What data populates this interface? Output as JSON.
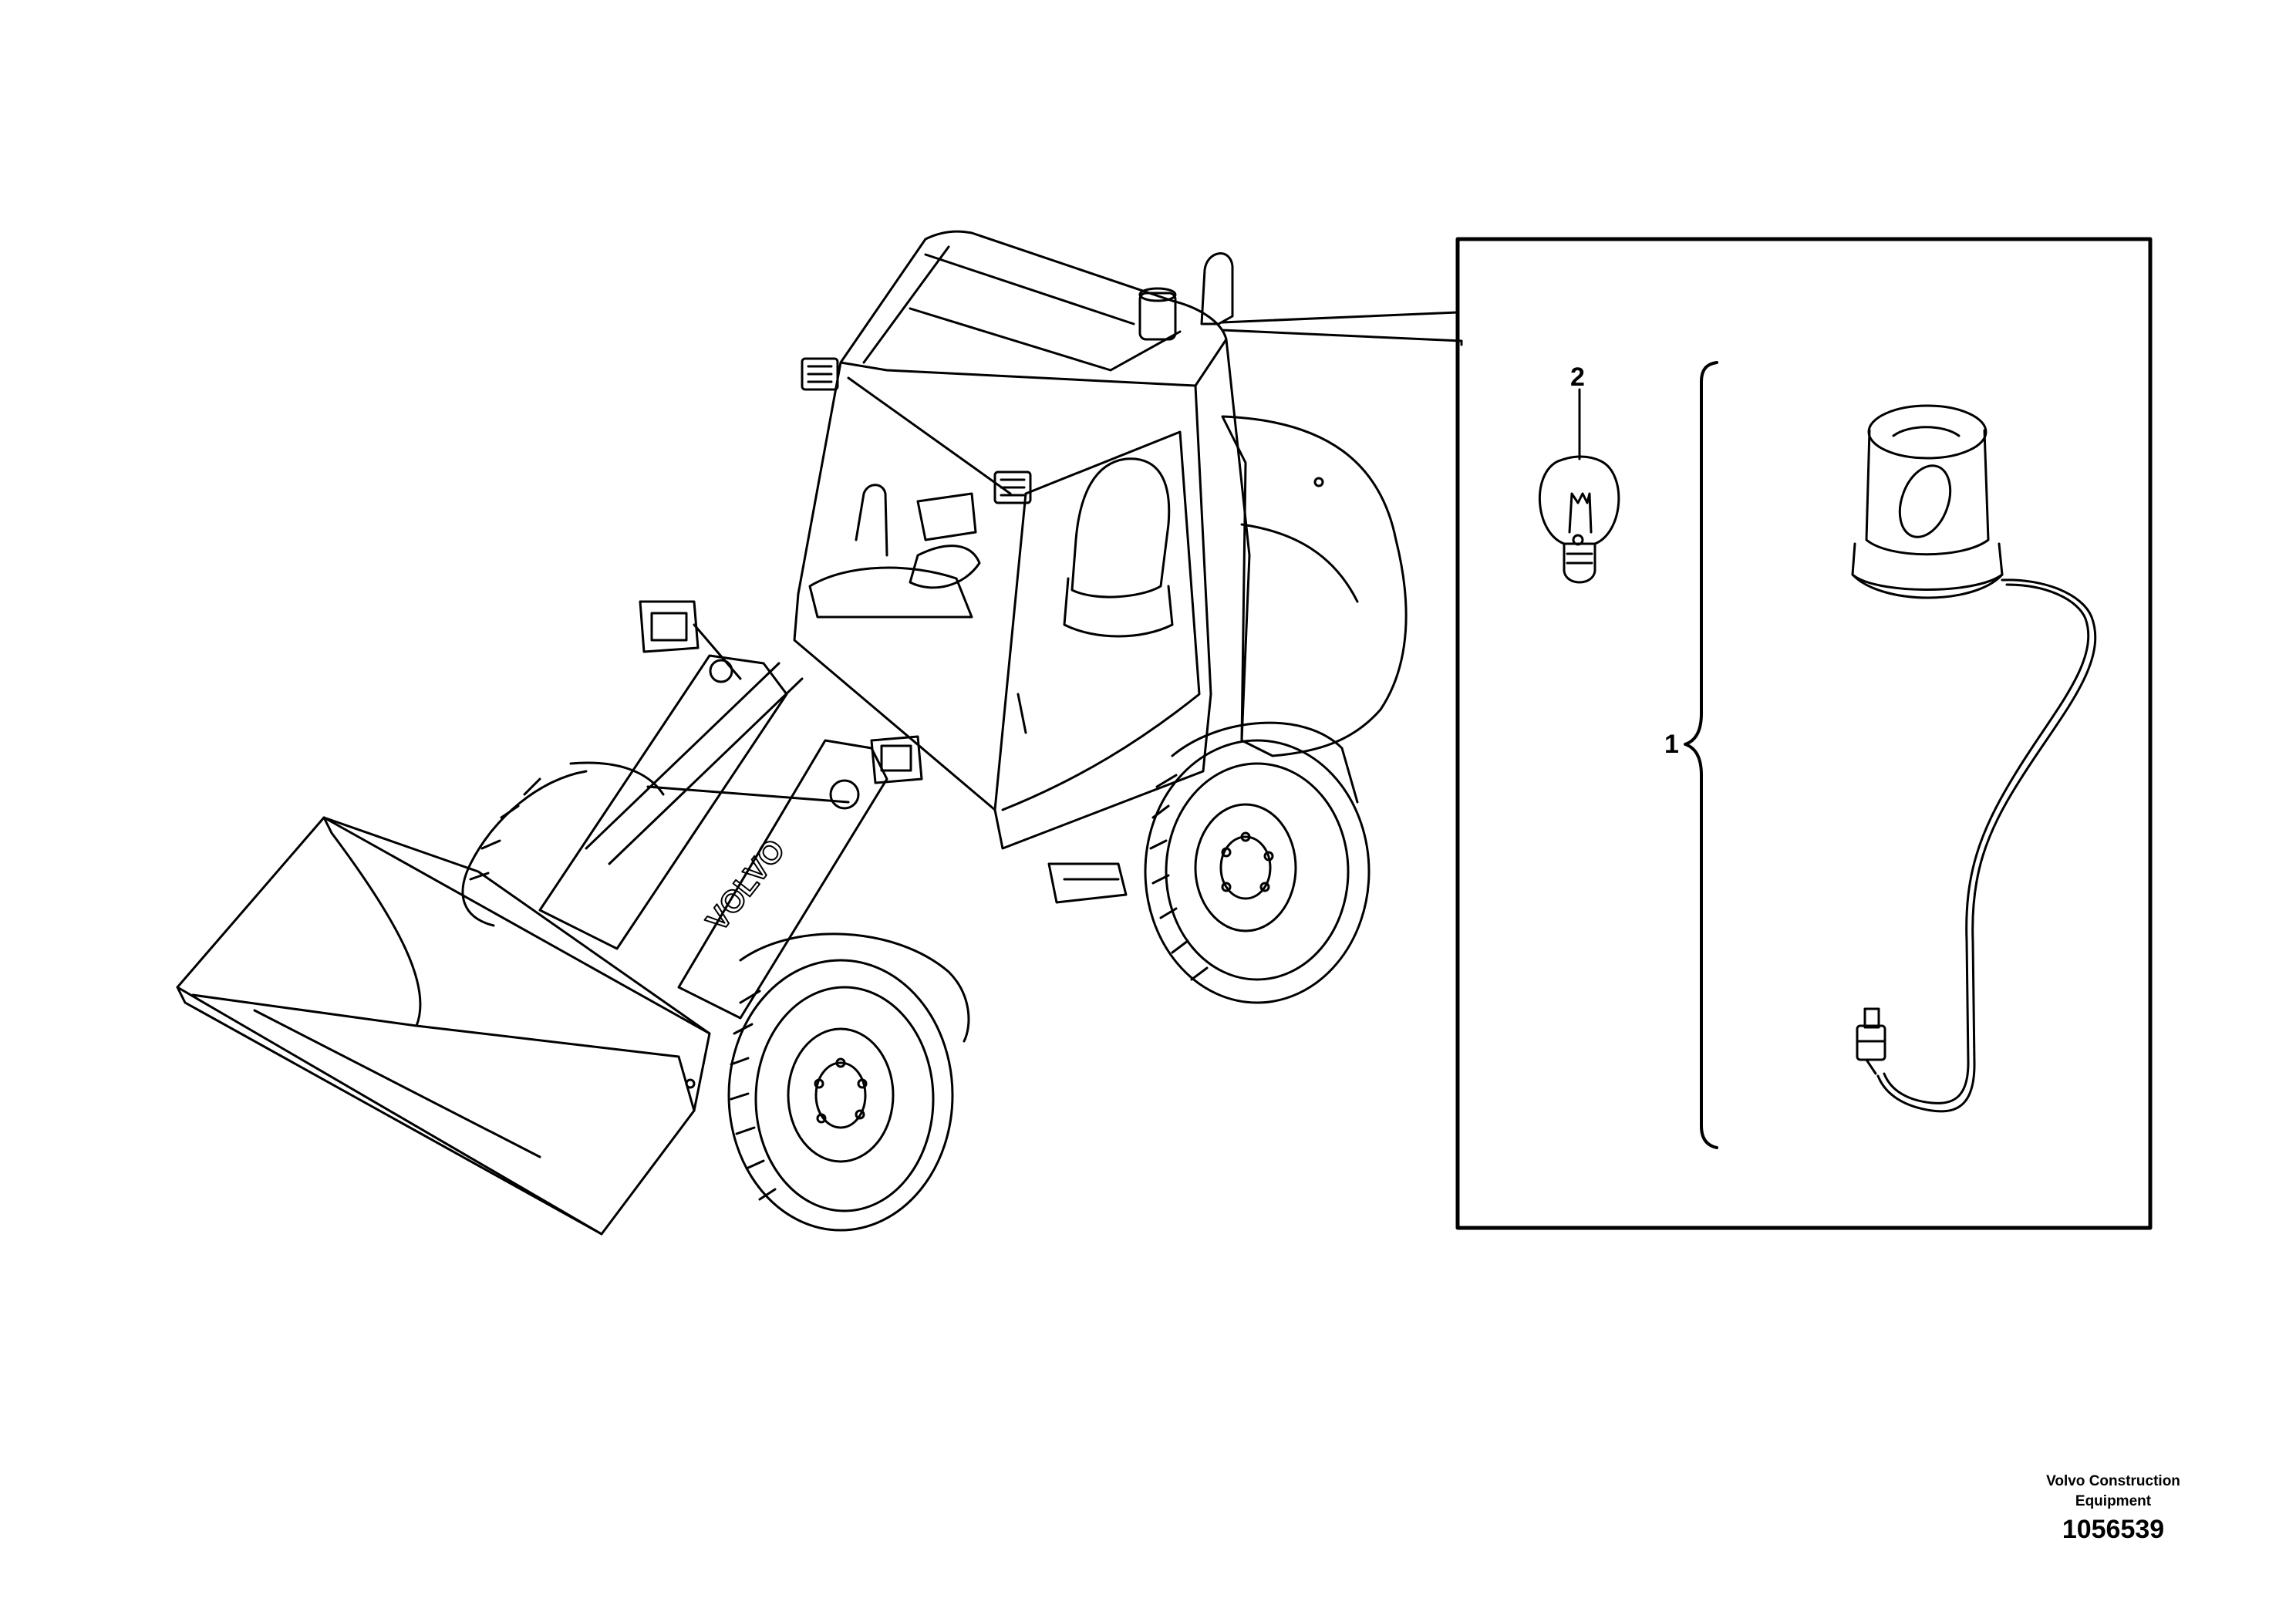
{
  "diagram": {
    "callouts": [
      {
        "id": "1",
        "part": "rotating-beacon"
      },
      {
        "id": "2",
        "part": "bulb"
      }
    ]
  },
  "footer": {
    "brand_line1": "Volvo Construction",
    "brand_line2": "Equipment",
    "document_number": "1056539"
  },
  "colors": {
    "ink": "#000000",
    "paper": "#ffffff"
  }
}
